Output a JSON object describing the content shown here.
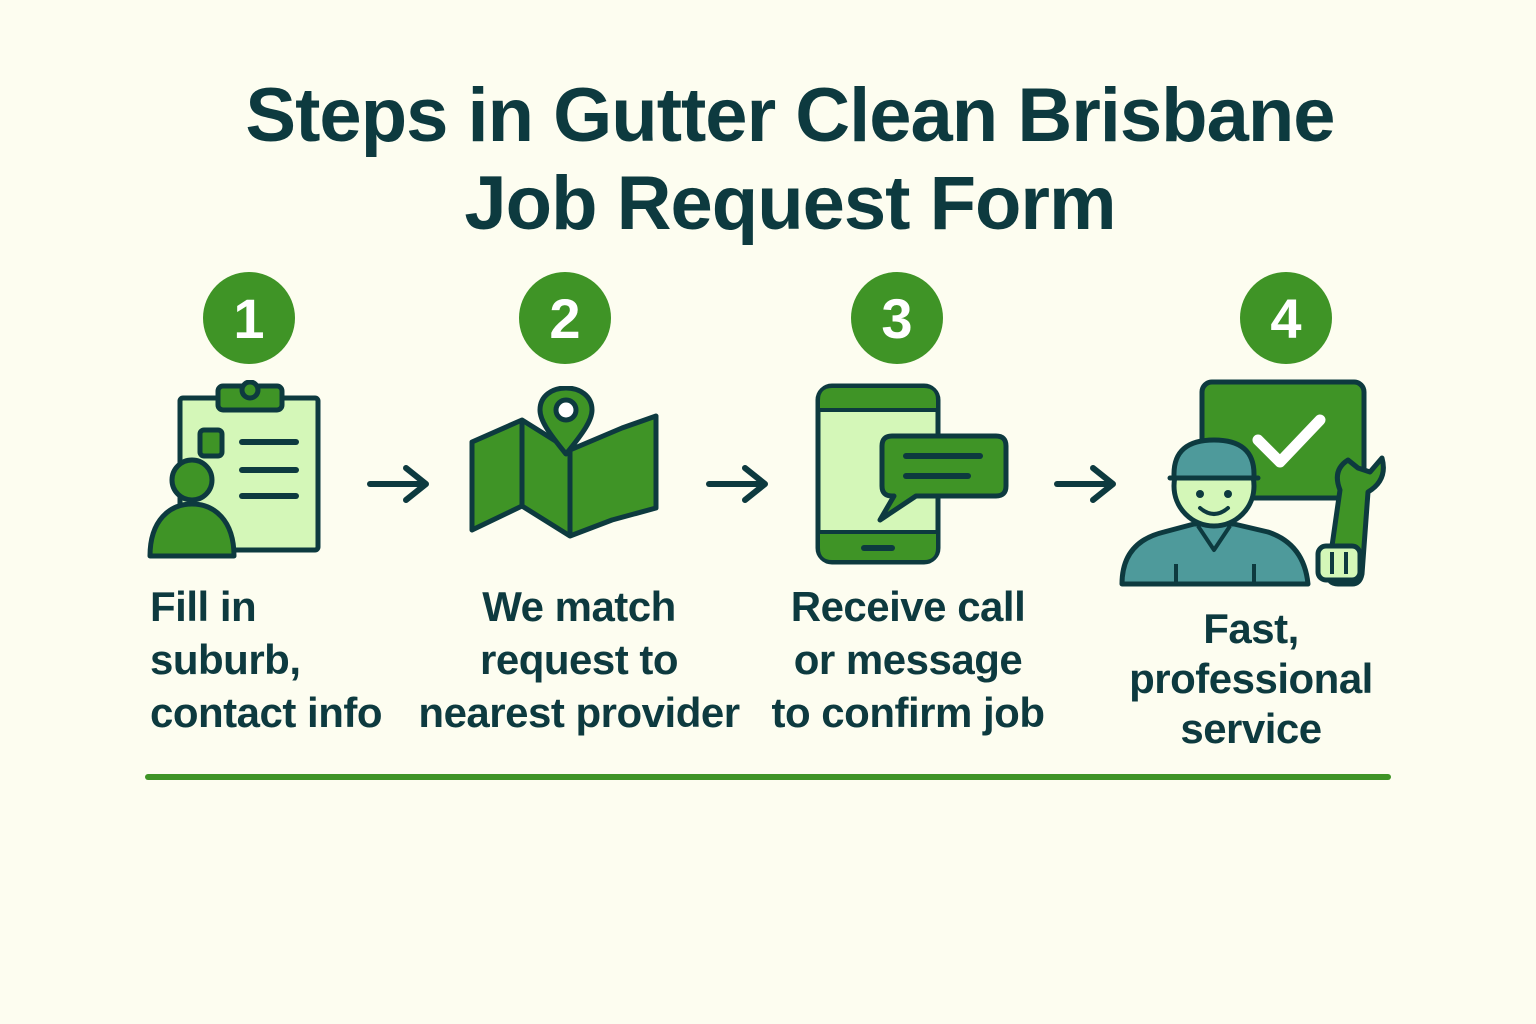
{
  "title": {
    "line1": "Steps in Gutter Clean Brisbane",
    "line2": "Job Request Form"
  },
  "steps": [
    {
      "number": "1",
      "icon": "clipboard-person-icon",
      "lines": [
        "Fill in",
        "suburb,",
        "contact info"
      ]
    },
    {
      "number": "2",
      "icon": "map-pin-icon",
      "lines": [
        "We match",
        "request to",
        "nearest provider"
      ]
    },
    {
      "number": "3",
      "icon": "phone-message-icon",
      "lines": [
        "Receive call",
        "or message",
        "to confirm job"
      ]
    },
    {
      "number": "4",
      "icon": "technician-check-icon",
      "lines": [
        "Fast,",
        "professional",
        "service"
      ]
    }
  ],
  "colors": {
    "background": "#fdfdf0",
    "dark": "#0d3a3f",
    "green": "#3f9426",
    "light_green": "#d4f7b8",
    "teal": "#4e9a9b"
  }
}
